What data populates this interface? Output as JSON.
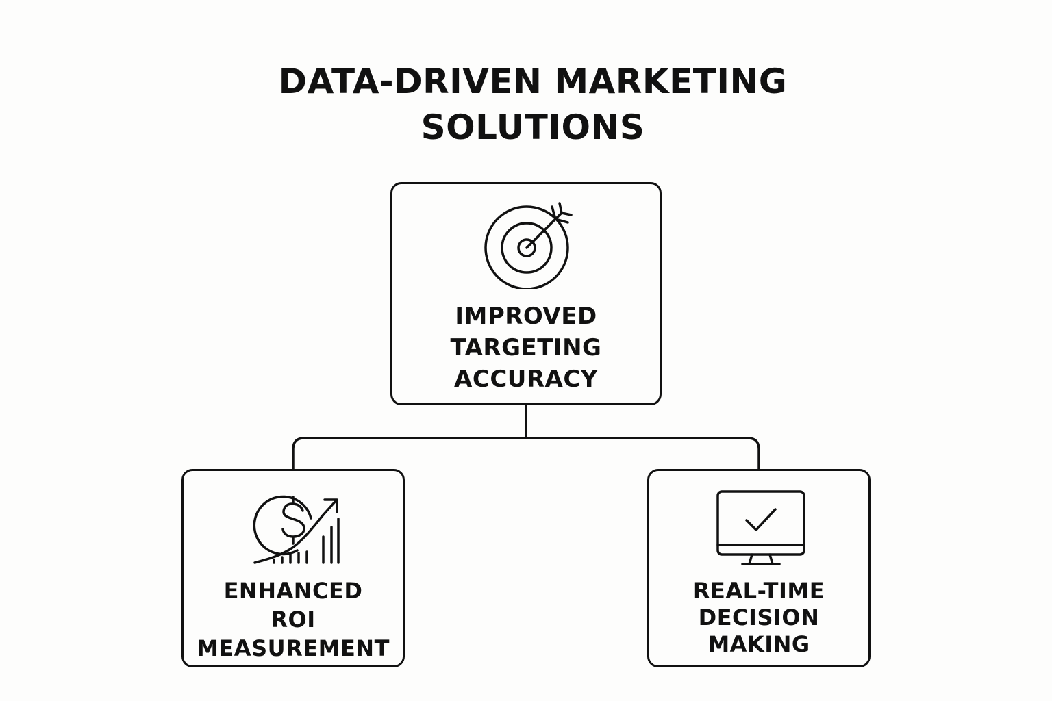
{
  "diagram": {
    "title_lines": [
      "DATA-DRIVEN MARKETING",
      "SOLUTIONS"
    ],
    "nodes": {
      "top": {
        "icon": "target-arrow-icon",
        "label_lines": [
          "IMPROVED",
          "TARGETING",
          "ACCURACY"
        ]
      },
      "left": {
        "icon": "dollar-growth-icon",
        "label_lines": [
          "ENHANCED",
          "ROI",
          "MEASUREMENT"
        ]
      },
      "right": {
        "icon": "monitor-check-icon",
        "label_lines": [
          "REAL-TIME",
          "DECISION",
          "MAKING"
        ]
      }
    },
    "colors": {
      "stroke": "#111111",
      "background": "#fdfdfc"
    }
  }
}
